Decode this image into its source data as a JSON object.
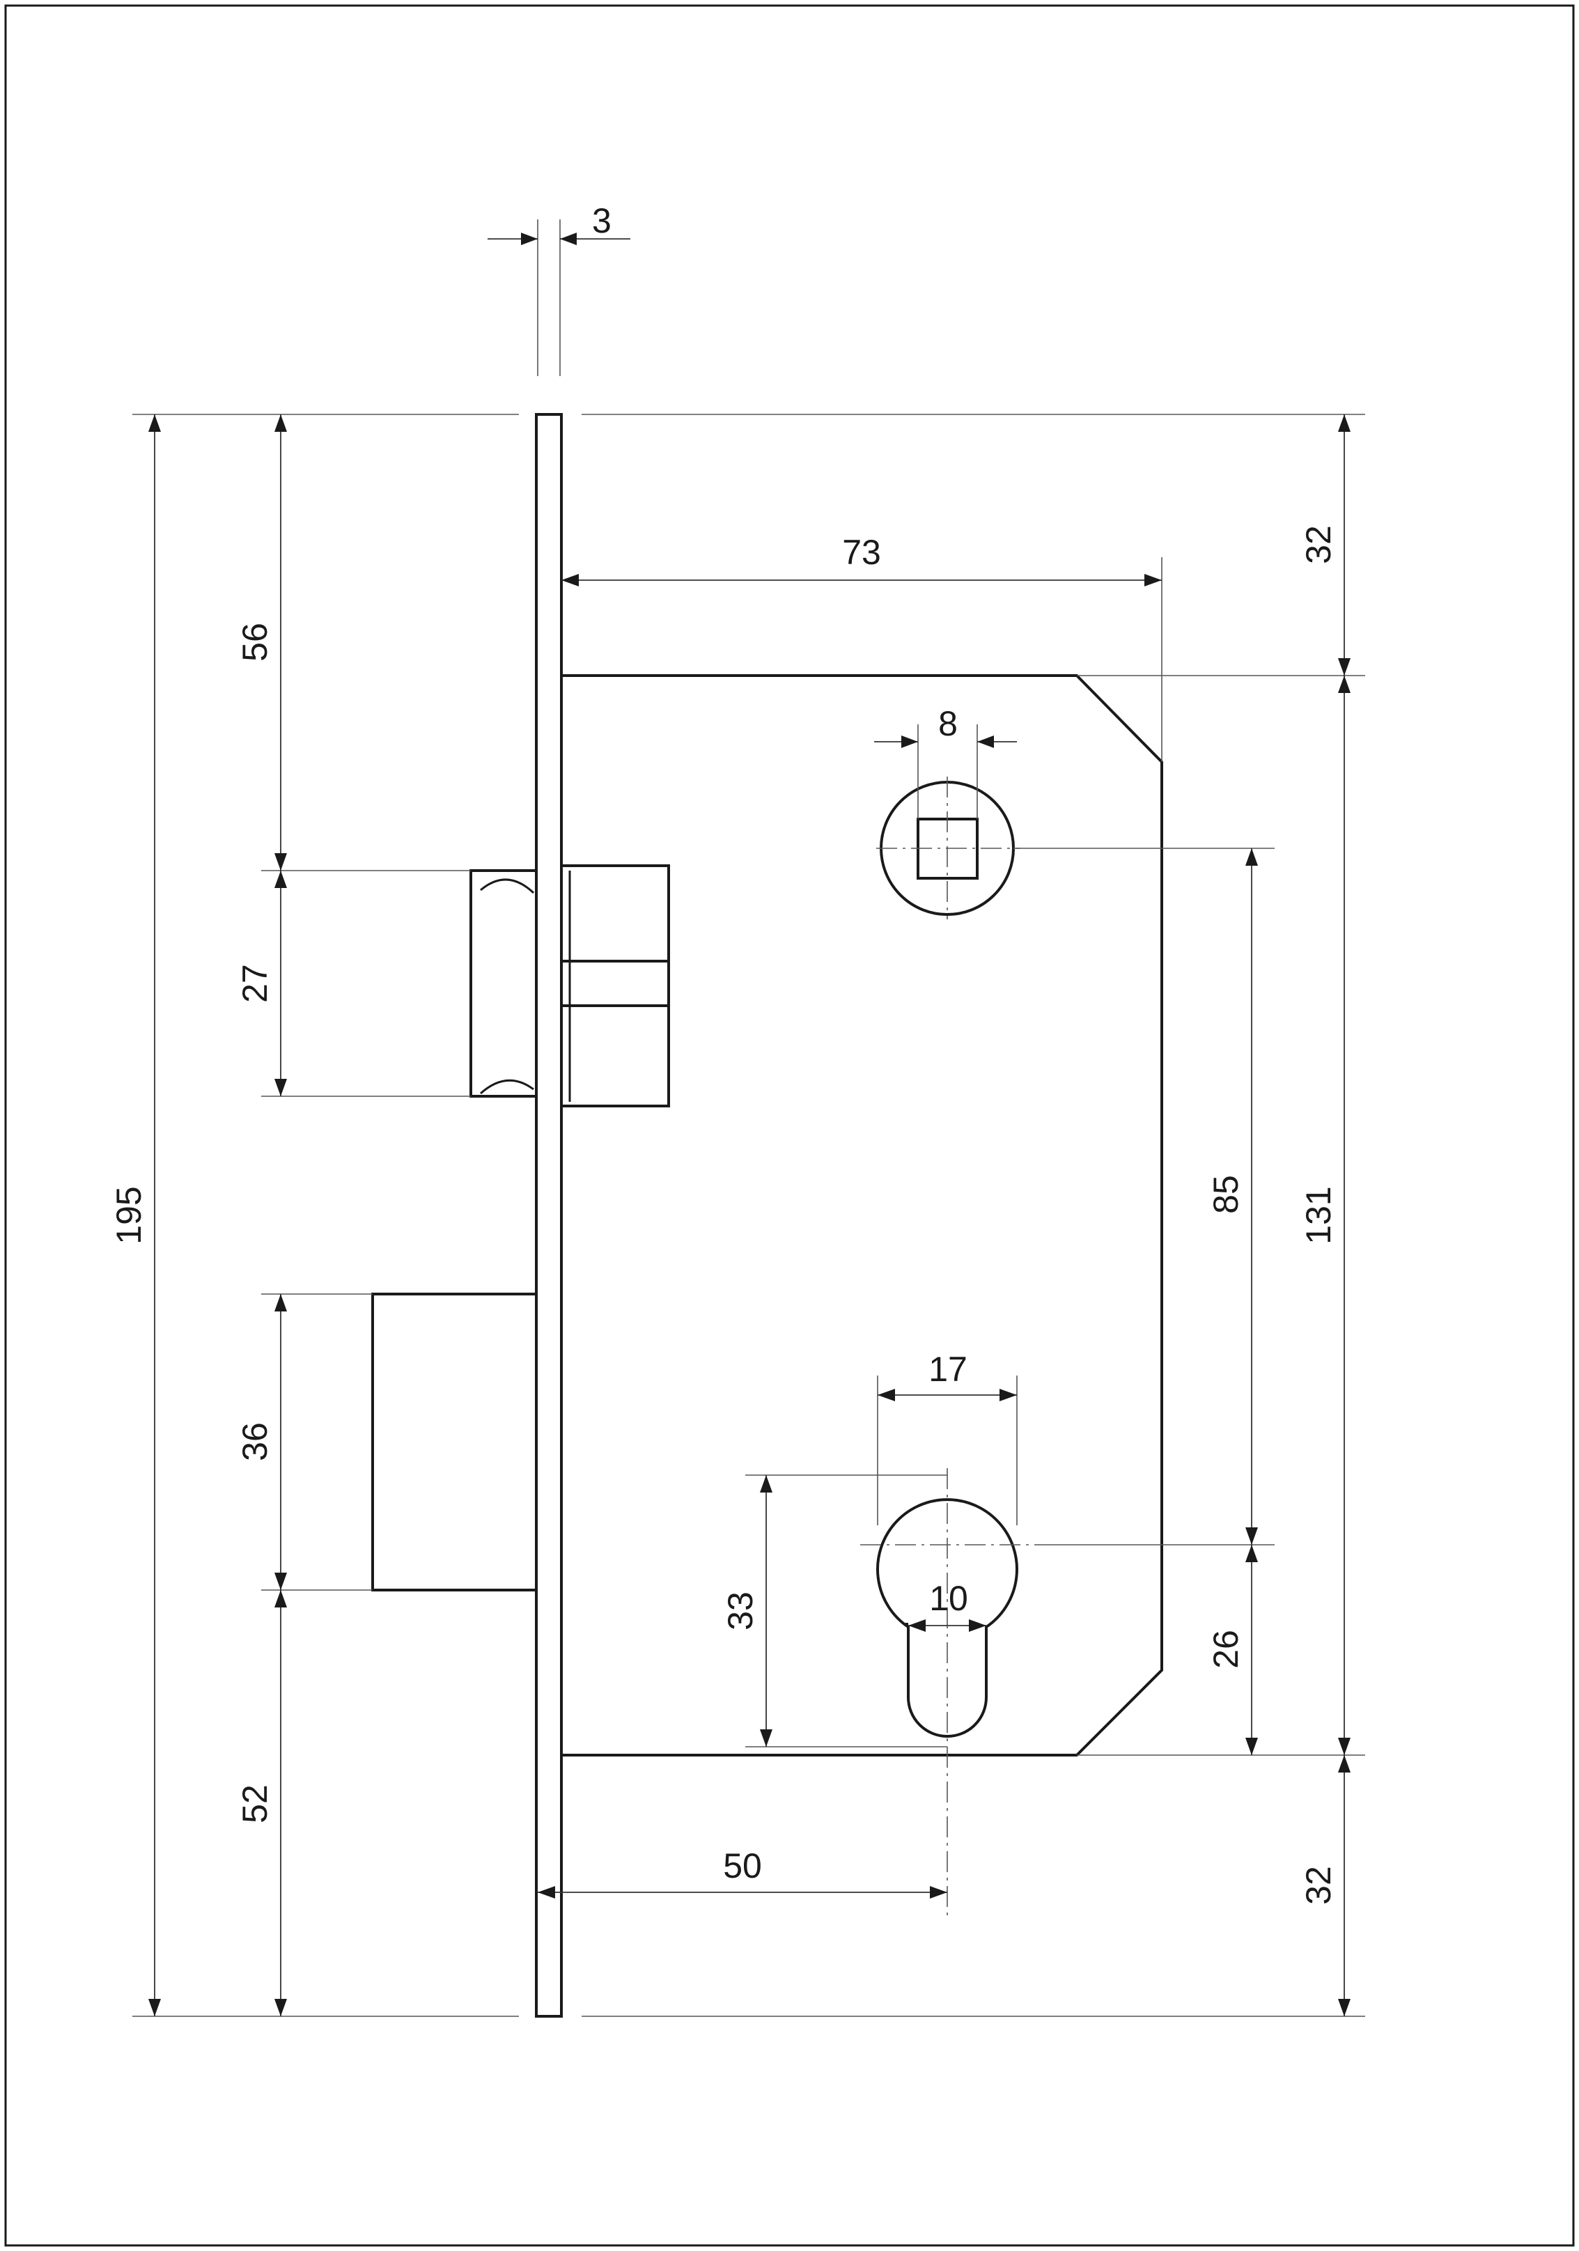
{
  "drawing": {
    "dimensions": {
      "faceplate_thickness": "3",
      "total_height": "195",
      "latch_offset_top": "56",
      "latch_height": "27",
      "bolt_height": "36",
      "bolt_offset_bottom": "52",
      "backset_top": "73",
      "spindle_square": "8",
      "centre_distance": "85",
      "case_height": "131",
      "faceplate_top_overhang": "32",
      "faceplate_bottom_overhang": "32",
      "cylinder_width": "17",
      "cylinder_slot_width": "10",
      "cylinder_height": "33",
      "cylinder_to_case_bottom": "26",
      "backset_cylinder": "50"
    }
  }
}
